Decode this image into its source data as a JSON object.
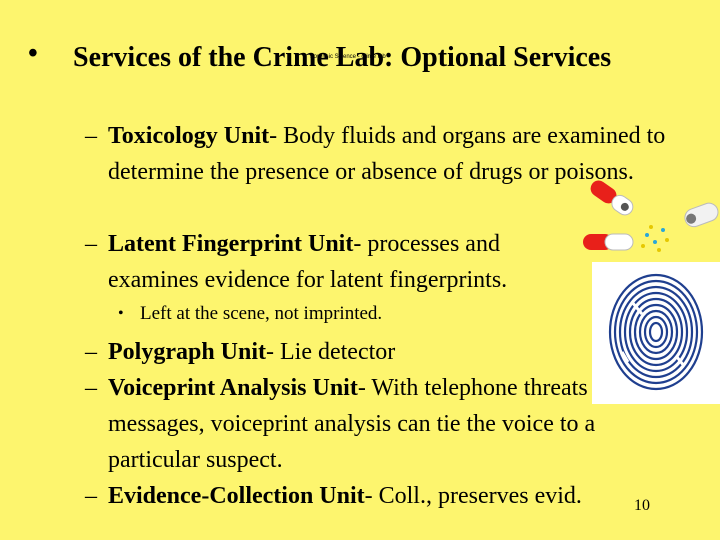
{
  "title": {
    "bullet": "•",
    "text": "Services of the Crime Lab: Optional Services",
    "overlay_text": "Forensic Science - crime lab"
  },
  "items": [
    {
      "dash": "–",
      "label": "Toxicology Unit",
      "desc": "- Body fluids and organs are examined to determine the presence or absence of drugs or poisons."
    },
    {
      "dash": "–",
      "label": "Latent Fingerprint Unit",
      "desc": "- processes and examines evidence for latent fingerprints."
    },
    {
      "dash": "–",
      "label": "Polygraph Unit",
      "desc": "- Lie detector"
    },
    {
      "dash": "–",
      "label": "Voiceprint Analysis Unit",
      "desc": "- With telephone threats or taped messages, voiceprint analysis can tie the voice to a particular suspect."
    },
    {
      "dash": "–",
      "label": "Evidence-Collection Unit",
      "desc": "- Coll., preserves evid."
    }
  ],
  "subitem": {
    "bullet": "•",
    "text": "Left at the scene, not imprinted."
  },
  "images": {
    "pills": "pills-icon",
    "fingerprint": "fingerprint-image"
  },
  "page_number": "10",
  "colors": {
    "background": "#fdf56e",
    "pill_red": "#e8201a"
  }
}
